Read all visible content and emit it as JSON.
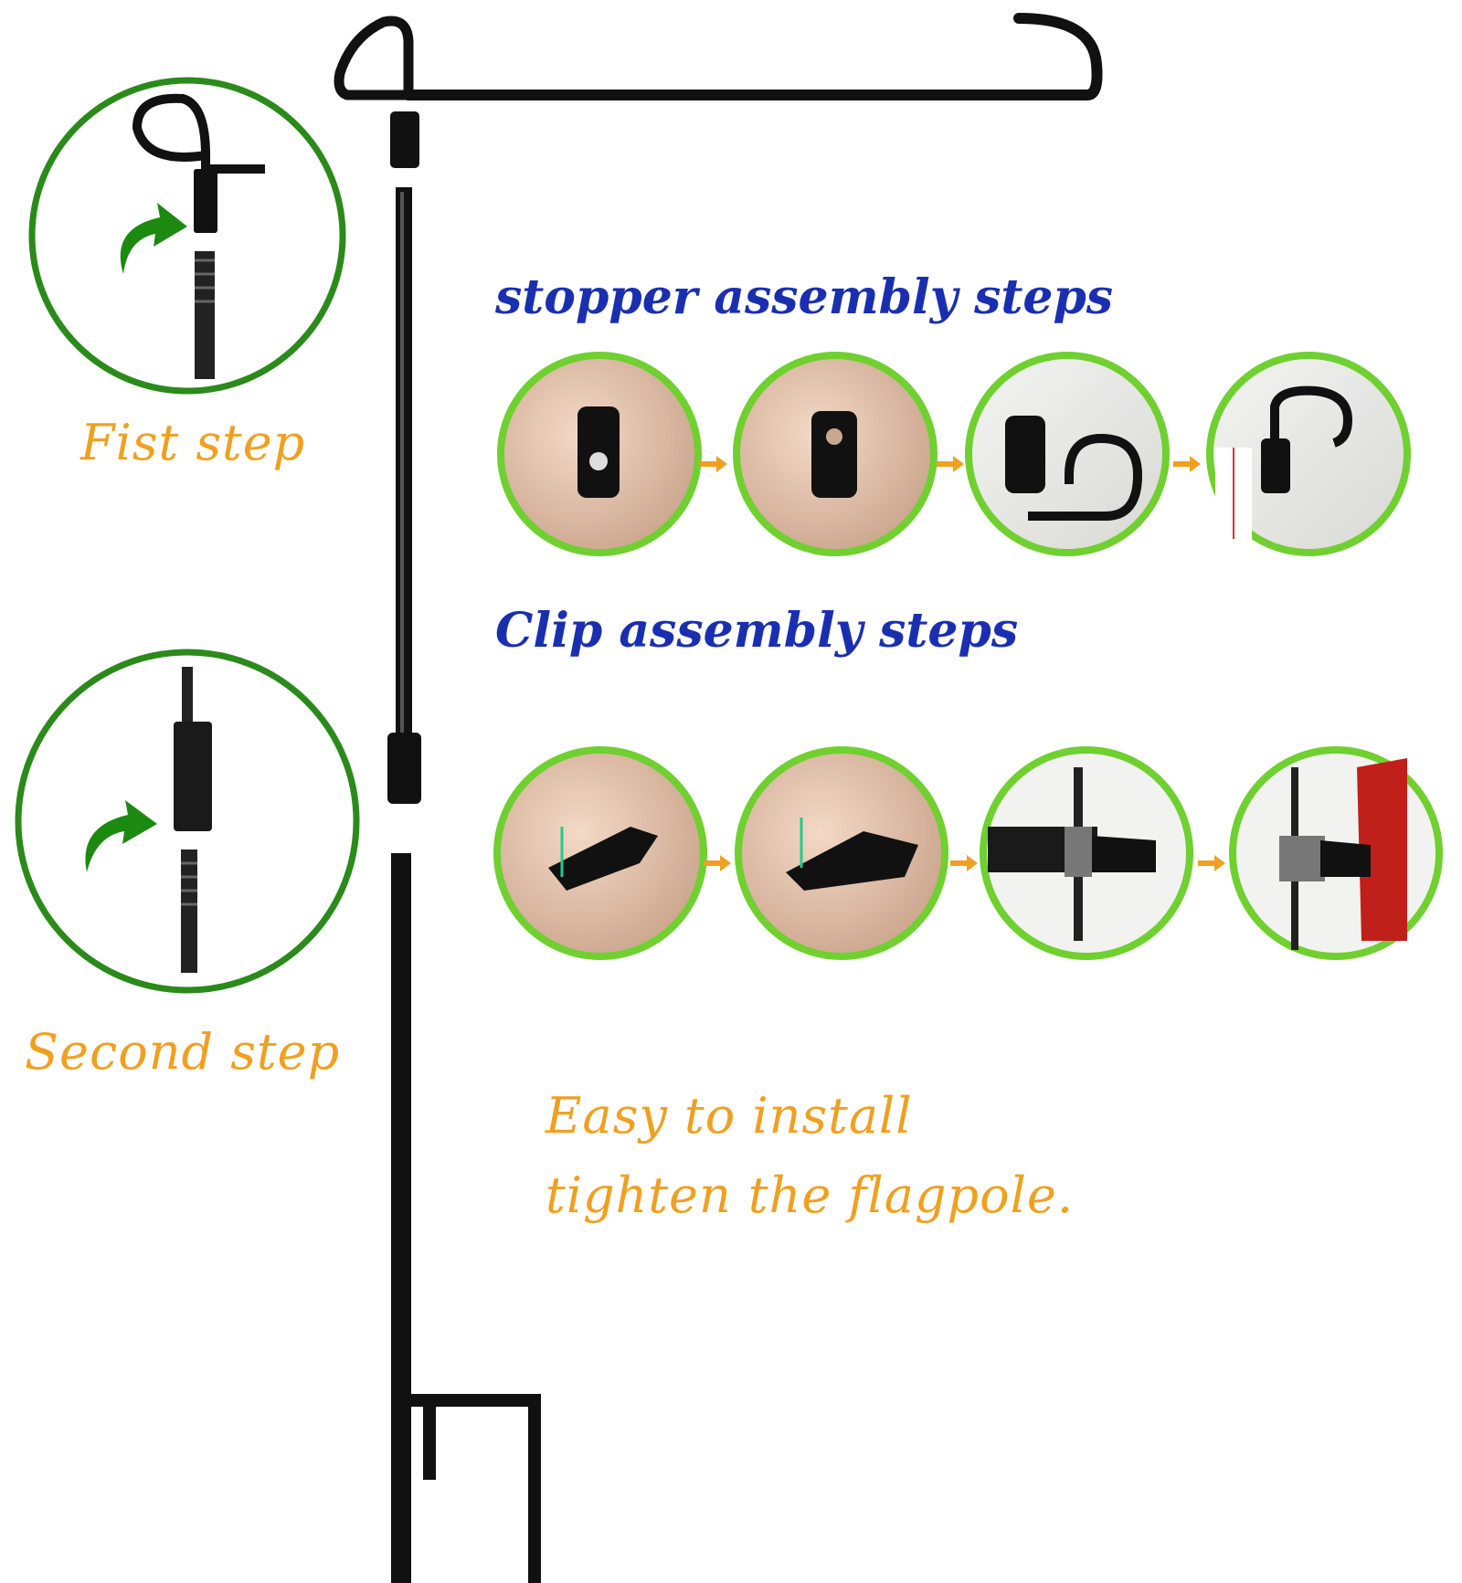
{
  "colors": {
    "heading_blue": "#1a2fb0",
    "caption_orange": "#f0a020",
    "step_circle_dark_green": "#2a8a1a",
    "photo_circle_light_green": "#6fd030",
    "pole_black": "#111111"
  },
  "left_steps": [
    {
      "label": "Fist step",
      "icon": "curved-arrow-icon"
    },
    {
      "label": "Second step",
      "icon": "curved-arrow-icon"
    }
  ],
  "stopper": {
    "heading": "stopper assembly steps",
    "photos": [
      "stopper-in-fingers",
      "stopper-hole",
      "stopper-on-hook",
      "stopper-on-flag-hook"
    ]
  },
  "clip": {
    "heading": "Clip assembly steps",
    "photos": [
      "clip-open",
      "clip-close",
      "clip-on-pole",
      "clip-on-flag"
    ]
  },
  "caption": {
    "line1": "Easy to install",
    "line2": "tighten the flagpole."
  }
}
